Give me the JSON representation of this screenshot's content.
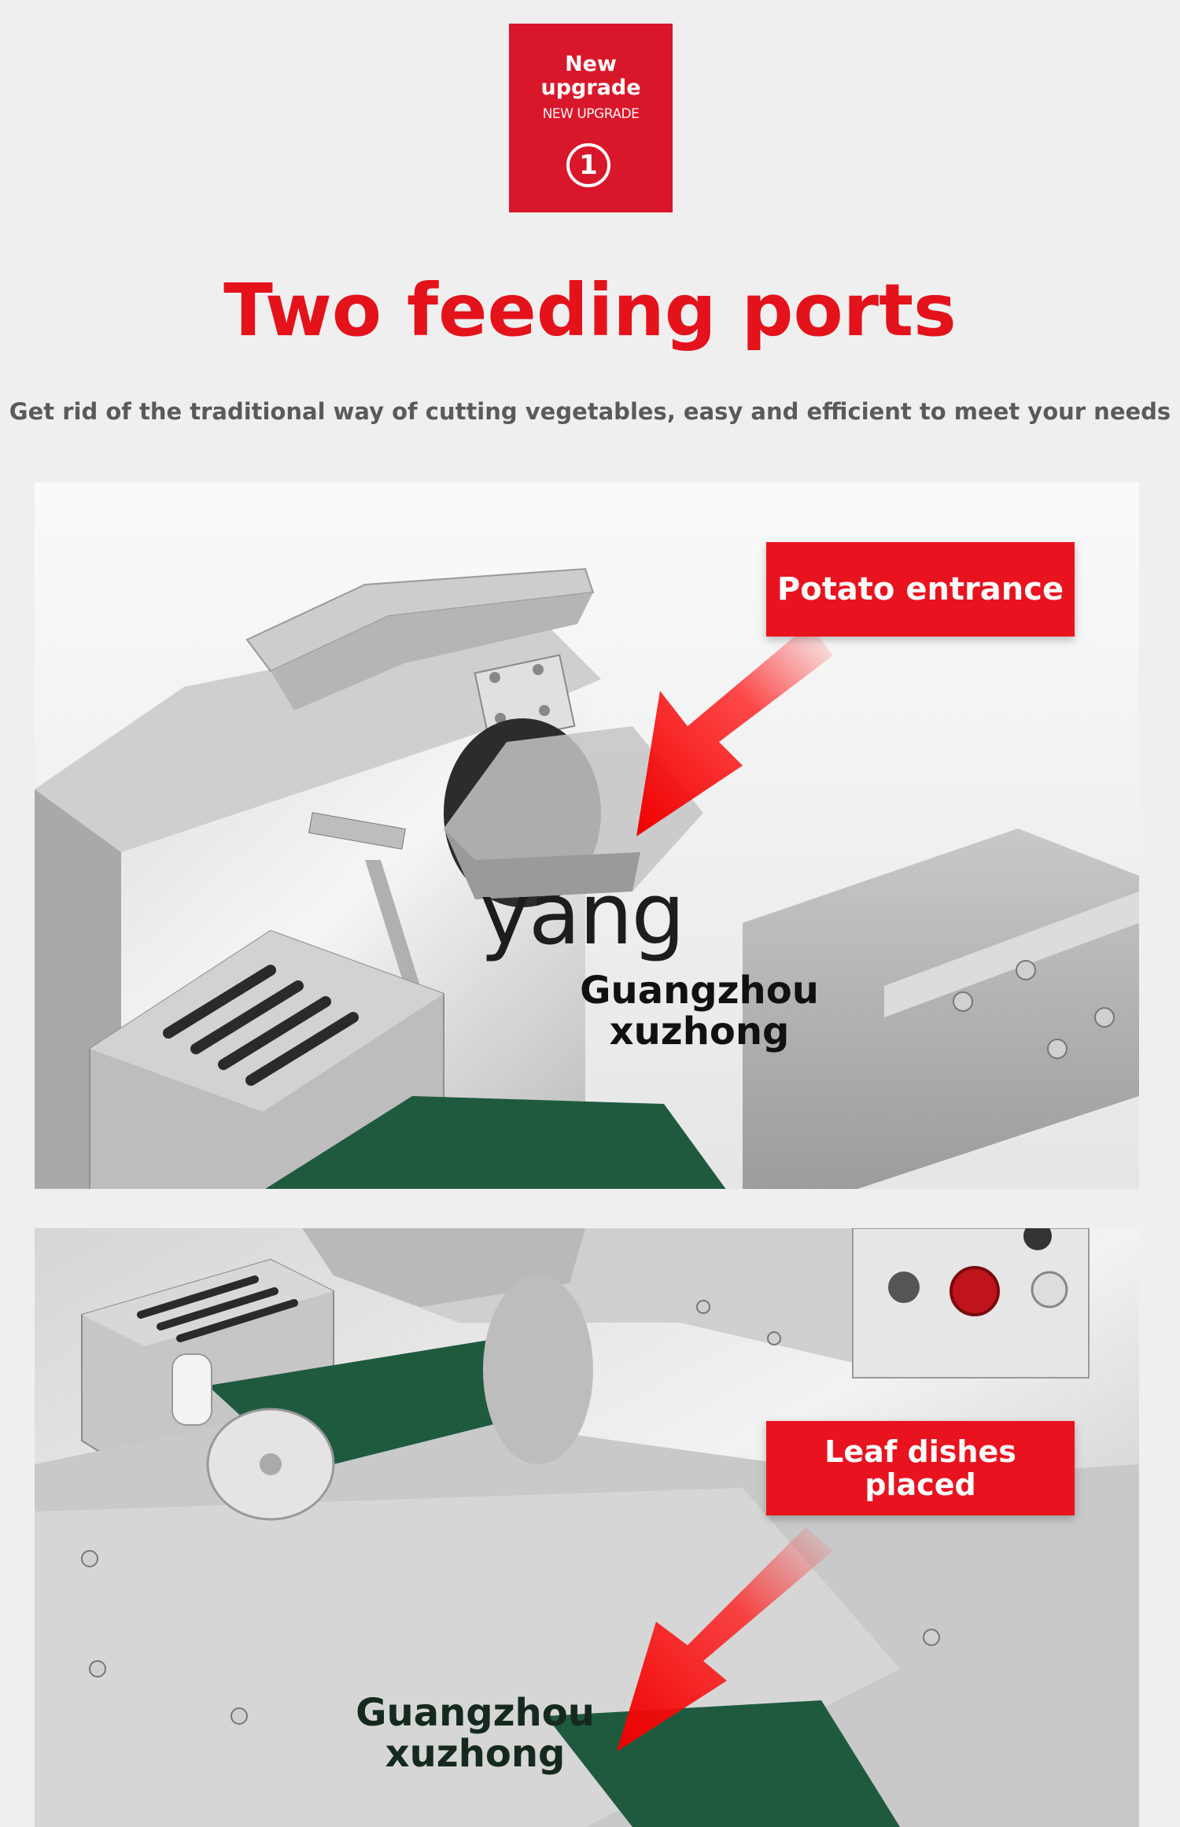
{
  "badge": {
    "line1": "New",
    "line2": "upgrade",
    "line3": "NEW UPGRADE",
    "number": "1"
  },
  "title": "Two feeding ports",
  "subtitle": "Get rid of the traditional way of cutting vegetables, easy and efficient to meet your needs",
  "photos": [
    {
      "label": "Potato entrance",
      "watermark_main": "yang",
      "watermark_company_line1": "Guangzhou",
      "watermark_company_line2": "xuzhong"
    },
    {
      "label_line1": "Leaf dishes",
      "label_line2": "placed",
      "watermark_company_line1": "Guangzhou",
      "watermark_company_line2": "xuzhong"
    }
  ],
  "colors": {
    "accent_red": "#e3121b",
    "badge_red": "#d9172a",
    "belt_green": "#1f5a3f",
    "background": "#efefef"
  }
}
